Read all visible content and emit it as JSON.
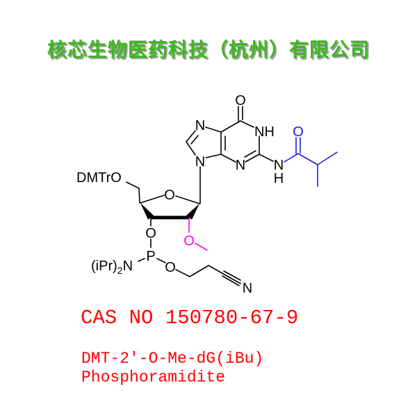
{
  "header": {
    "company_name": "核芯生物医药科技（杭州）有限公司"
  },
  "structure": {
    "purine": {
      "carbonyl_O": "O",
      "N1": "NH",
      "N3": "N",
      "N7": "N",
      "N9": "N",
      "amide_N": "N",
      "amide_H": "H"
    },
    "isobutyryl": {
      "carbonyl_O": "O"
    },
    "sugar": {
      "protecting_group": "DMTrO",
      "ring_O": "O",
      "O3": "O",
      "O2_methoxy": "O"
    },
    "phosphoramidite": {
      "P": "P",
      "amine_prefix": "(iPr)",
      "amine_subscript": "2",
      "amine_N": "N",
      "ester_O": "O",
      "nitrile_N": "N"
    }
  },
  "product": {
    "cas_label": "CAS NO 150780-67-9",
    "name_line1": "DMT-2'-O-Me-dG(iBu)",
    "name_line2": "Phosphoramidite"
  },
  "colors": {
    "title": "#3cb81e",
    "bonds": "#000000",
    "isobutyryl": "#1a1ae6",
    "methoxy": "#ff00ff",
    "product_text": "#ff0000"
  }
}
